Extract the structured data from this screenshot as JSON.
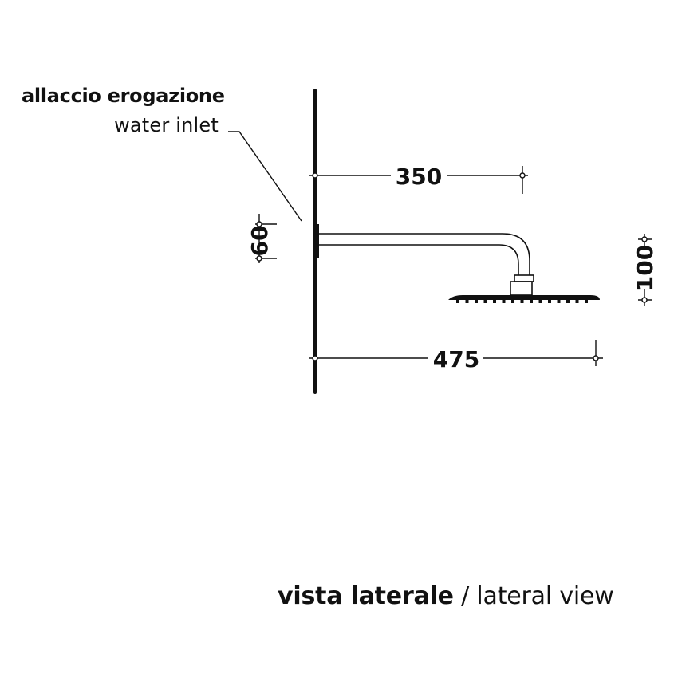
{
  "inlet": {
    "label_it": "allaccio erogazione",
    "label_en": "water inlet"
  },
  "dimensions": {
    "arm_projection": "350",
    "overall_projection": "475",
    "inlet_height": "60",
    "head_drop": "100"
  },
  "caption": {
    "italian": "vista laterale",
    "separator": " / ",
    "english": "lateral view"
  }
}
